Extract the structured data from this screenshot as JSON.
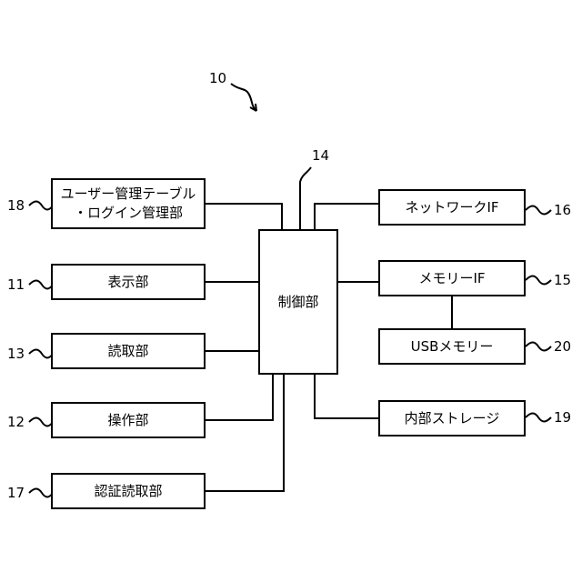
{
  "figure": {
    "ref_main": "10",
    "ref_controller": "14"
  },
  "controller": {
    "label": "制御部"
  },
  "left_blocks": [
    {
      "ref": "18",
      "line1": "ユーザー管理テーブル",
      "line2": "・ログイン管理部"
    },
    {
      "ref": "11",
      "label": "表示部"
    },
    {
      "ref": "13",
      "label": "読取部"
    },
    {
      "ref": "12",
      "label": "操作部"
    },
    {
      "ref": "17",
      "label": "認証読取部"
    }
  ],
  "right_blocks": [
    {
      "ref": "16",
      "label": "ネットワークIF"
    },
    {
      "ref": "15",
      "label": "メモリーIF"
    },
    {
      "ref": "20",
      "label": "USBメモリー"
    },
    {
      "ref": "19",
      "label": "内部ストレージ"
    }
  ]
}
